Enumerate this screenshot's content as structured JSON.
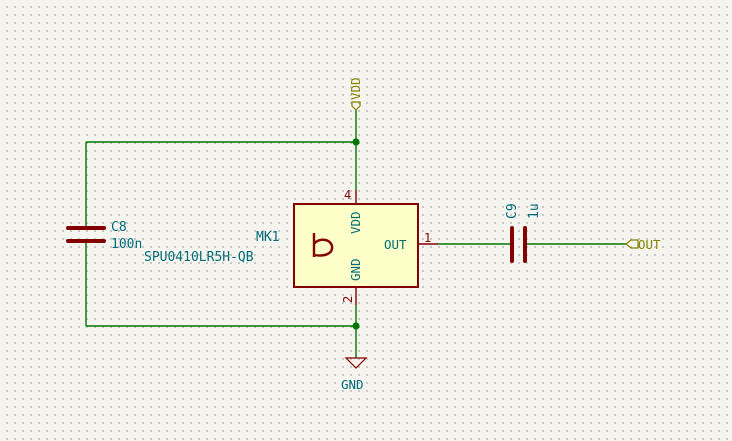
{
  "components": {
    "mic": {
      "reference": "MK1",
      "value": "SPU0410LR5H-QB",
      "pins": {
        "vdd": {
          "name": "VDD",
          "number": "4"
        },
        "gnd": {
          "name": "GND",
          "number": "2"
        },
        "out": {
          "name": "OUT",
          "number": "1"
        }
      },
      "symbol": "b-glyph-icon"
    },
    "c8": {
      "reference": "C8",
      "value": "100n"
    },
    "c9": {
      "reference": "C9",
      "value": "1u"
    }
  },
  "labels": {
    "vdd": "VDD",
    "gnd": "GND",
    "out": "OUT"
  },
  "colors": {
    "wire": "#007800",
    "component": "#840000",
    "component_fill": "#fefec8",
    "text": "#006b77",
    "label": "#848400",
    "background": "#f5f4ef"
  }
}
